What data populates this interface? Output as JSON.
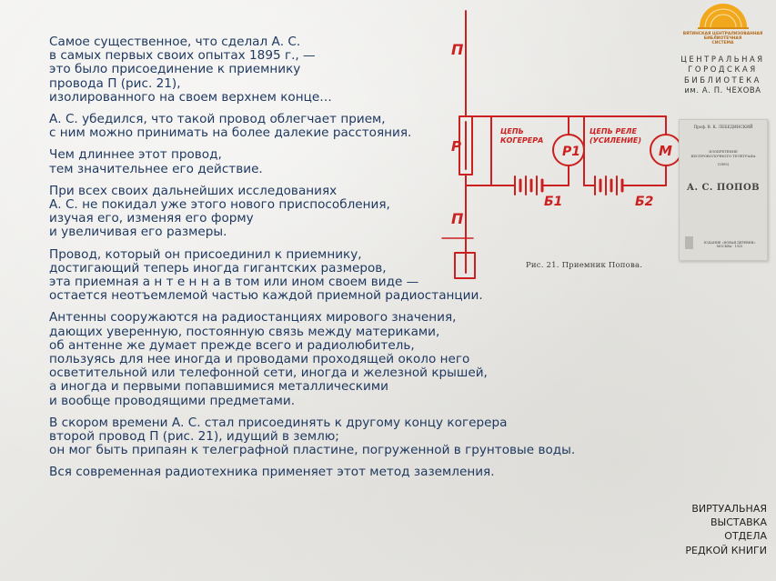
{
  "paragraphs": [
    "Самое существенное, что сделал А. С.\nв самых первых своих опытах 1895 г., —\nэто было присоединение к приемнику\nпровода П (рис. 21),\nизолированного на своем верхнем конце…",
    "А. С. убедился, что такой провод облегчает прием,\nс ним можно принимать на более далекие расстояния.",
    "Чем длиннее этот провод,\nтем значительнее его действие.",
    "При всех своих дальнейших исследованиях\nА. С. не покидал уже этого нового приспособления,\nизучая его, изменяя его форму\nи увеличивая его размеры.",
    "Провод, который он присоединил к приемнику,\nдостигающий теперь иногда гигантских размеров,\nэта приемная а н т е н н а в том или ином своем виде —\nостается неотъемлемой частью каждой приемной радиостанции.",
    "Антенны сооружаются на радиостанциях мирового значения,\nдающих уверенную, постоянную связь между материками,\nоб антенне же думает прежде всего и радиолюбитель,\nпользуясь для нее иногда и проводами проходящей около него\nосветительной или телефонной сети, иногда и железной крышей,\nа иногда и первыми попавшимися металлическими\nи вообще проводящими предметами.",
    "В скором времени А. С. стал присоединять к другому концу когерера\nвторой провод П (рис. 21), идущий в землю;\nон мог быть припаян к телеграфной пластине, погруженной в грунтовые воды.",
    "Вся современная радиотехника применяет этот метод заземления."
  ],
  "schematic": {
    "label_top_wire": "П",
    "label_bottom_wire": "П",
    "label_coherer": "Р",
    "label_circuit_coherer": "ЦЕПЬ\nКОГЕРЕРА",
    "label_circuit_relay": "ЦЕПЬ РЕЛЕ\n(УСИЛЕНИЕ)",
    "label_relay": "Р1",
    "label_motor": "М",
    "label_battery_1": "Б1",
    "label_battery_2": "Б2",
    "caption": "Рис. 21. Приемник Попова.",
    "line_color": "#cc2020"
  },
  "library": {
    "logo_caption": "ВЯТИНСКАЯ ЦЕНТРАЛИЗОВАННАЯ\nБИБЛИОТЕЧНАЯ\nСИСТЕМА",
    "name": "ЦЕНТРАЛЬНАЯ\nГОРОДСКАЯ\nБИБЛИОТЕКА",
    "subname": "им. А. П. ЧЕХОВА",
    "accent_color": "#f2a81d"
  },
  "book": {
    "author": "Проф. В. К. ЛЕБЕДИНСКИЙ",
    "subtitle": "ИЗОБРЕТЕНИЕ\nБЕСПРОВОЛОЧНОГО ТЕЛЕГРАФА",
    "year": "(1895)",
    "title": "А. С. ПОПОВ",
    "publisher": "ИЗДАНИЕ «НОВАЯ ДЕРЕВНЯ»\nМОСКВА · 1925"
  },
  "footer": {
    "label": "ВИРТУАЛЬНАЯ\nВЫСТАВКА\nОТДЕЛА\nРЕДКОЙ КНИГИ"
  }
}
